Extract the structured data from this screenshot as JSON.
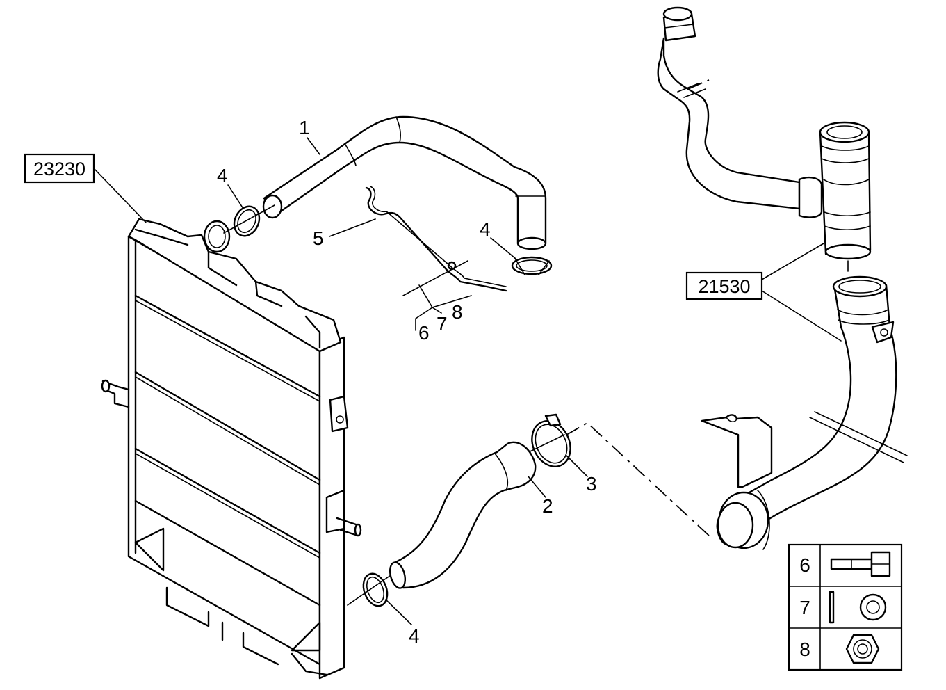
{
  "references": {
    "radiator": "23230",
    "pipe_assembly": "21530"
  },
  "callouts": {
    "hose_upper": "1",
    "hose_lower": "2",
    "clamp_lower_right": "3",
    "clamp_top_left": "4",
    "clamp_top_right": "4",
    "clamp_bottom": "4",
    "bracket_wire": "5",
    "bolt": "6",
    "washer": "7",
    "nut": "8"
  },
  "legend": [
    {
      "number": "6",
      "icon": "bolt-icon"
    },
    {
      "number": "7",
      "icon": "washer-icon"
    },
    {
      "number": "8",
      "icon": "hex-nut-icon"
    }
  ]
}
